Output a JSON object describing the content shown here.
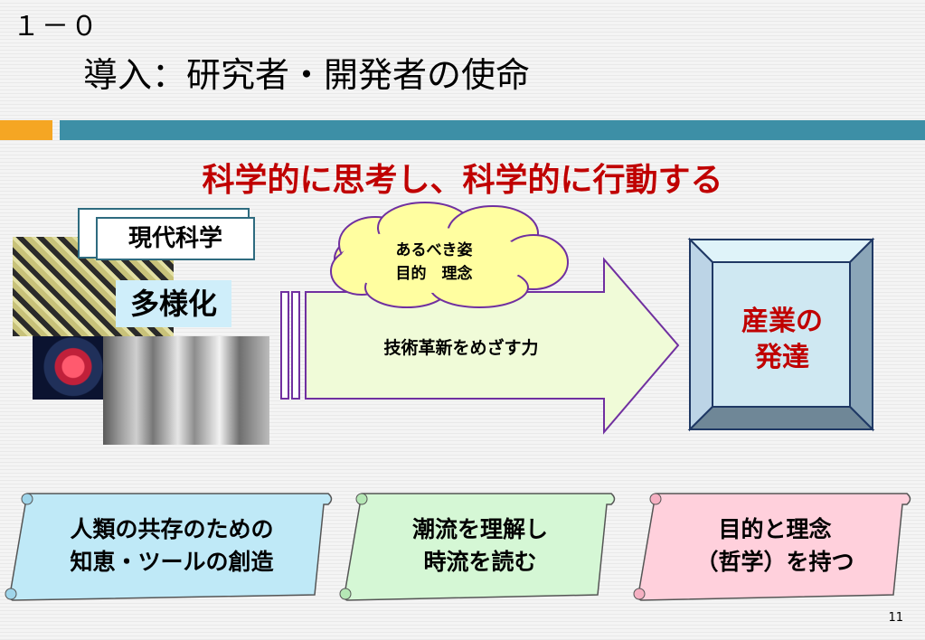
{
  "slide": {
    "id": "１－０",
    "title": "導入：研究者・開発者の使命",
    "tagline": "科学的に思考し、科学的に行動する",
    "page_number": "11"
  },
  "left": {
    "modern_science": "現代科学",
    "diversification": "多様化"
  },
  "cloud": {
    "line1": "あるべき姿",
    "line2": "目的　理念"
  },
  "arrow": {
    "label": "技術革新をめざす力"
  },
  "target": {
    "line1": "産業の",
    "line2": "発達"
  },
  "scrolls": [
    {
      "line1": "人類の共存のための",
      "line2": "知恵・ツールの創造",
      "color": "#bfe9f7"
    },
    {
      "line1": "潮流を理解し",
      "line2": "時流を読む",
      "color": "#d5f7d5"
    },
    {
      "line1": "目的と理念",
      "line2": "（哲学）を持つ",
      "color": "#ffd0dc"
    }
  ],
  "colors": {
    "accent_red": "#c00000",
    "bar_orange": "#f5a623",
    "bar_teal": "#3d8fa6"
  }
}
